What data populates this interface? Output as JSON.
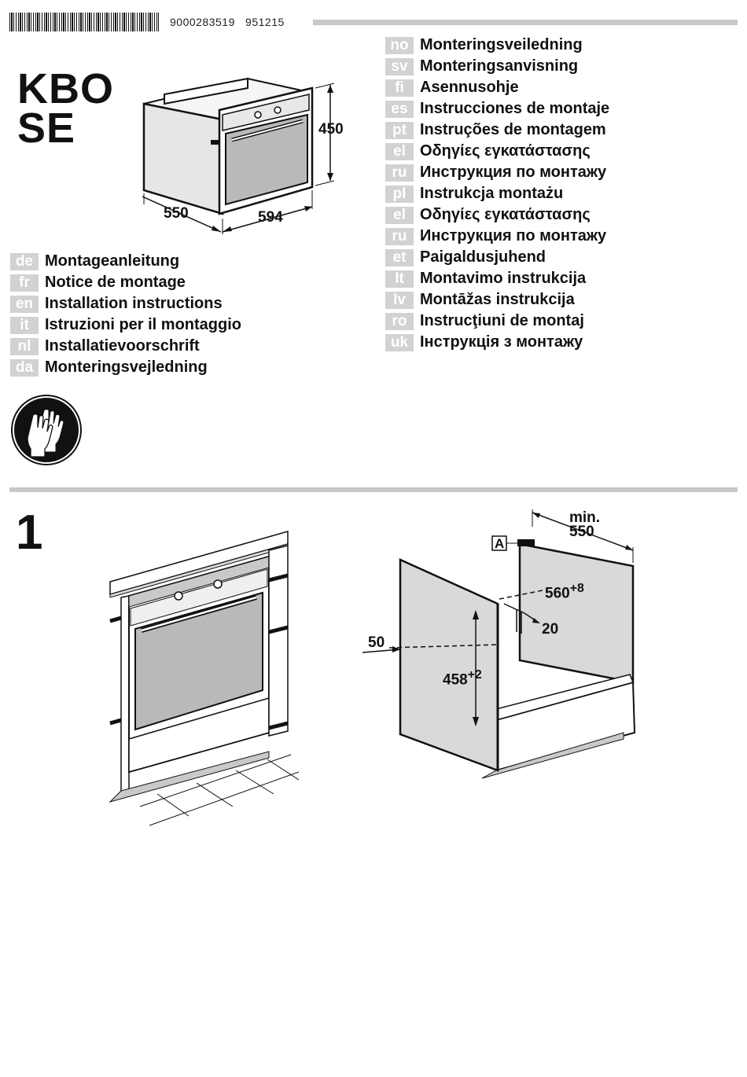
{
  "header": {
    "document_number": "9000283519",
    "date_code": "951215"
  },
  "model": {
    "line1": "KBO",
    "line2": "SE"
  },
  "oven_dimensions": {
    "height": "450",
    "depth": "550",
    "width": "594"
  },
  "languages_left": [
    {
      "code": "de",
      "label": "Montageanleitung"
    },
    {
      "code": "fr",
      "label": "Notice de montage"
    },
    {
      "code": "en",
      "label": "Installation instructions"
    },
    {
      "code": "it",
      "label": "Istruzioni per il montaggio"
    },
    {
      "code": "nl",
      "label": "Installatievoorschrift"
    },
    {
      "code": "da",
      "label": "Monteringsvejledning"
    }
  ],
  "languages_right": [
    {
      "code": "no",
      "label": "Monteringsveiledning"
    },
    {
      "code": "sv",
      "label": "Monteringsanvisning"
    },
    {
      "code": "fi",
      "label": "Asennusohje"
    },
    {
      "code": "es",
      "label": "Instrucciones de montaje"
    },
    {
      "code": "pt",
      "label": "Instruções de montagem"
    },
    {
      "code": "el",
      "label": "Οδηγίες εγκατάστασης"
    },
    {
      "code": "ru",
      "label": "Инструкция по монтажу"
    },
    {
      "code": "pl",
      "label": "Instrukcja montażu"
    },
    {
      "code": "el",
      "label": "Οδηγίες εγκατάστασης"
    },
    {
      "code": "ru",
      "label": "Инструкция по монтажу"
    },
    {
      "code": "et",
      "label": "Paigaldusjuhend"
    },
    {
      "code": "lt",
      "label": "Montavimo instrukcija"
    },
    {
      "code": "lv",
      "label": "Montāžas instrukcija"
    },
    {
      "code": "ro",
      "label": "Instrucţiuni de montaj"
    },
    {
      "code": "uk",
      "label": "Інструкція з монтажу"
    }
  ],
  "step": {
    "number": "1",
    "cabinet_dimensions": {
      "min_label": "min.",
      "min_depth": "550",
      "label_a": "A",
      "width": "560",
      "width_tol": "+8",
      "gap": "20",
      "front_offset": "50",
      "height": "458",
      "height_tol": "+2"
    }
  },
  "icons": {
    "gloves": "gloves-icon",
    "barcode": "barcode-icon"
  }
}
